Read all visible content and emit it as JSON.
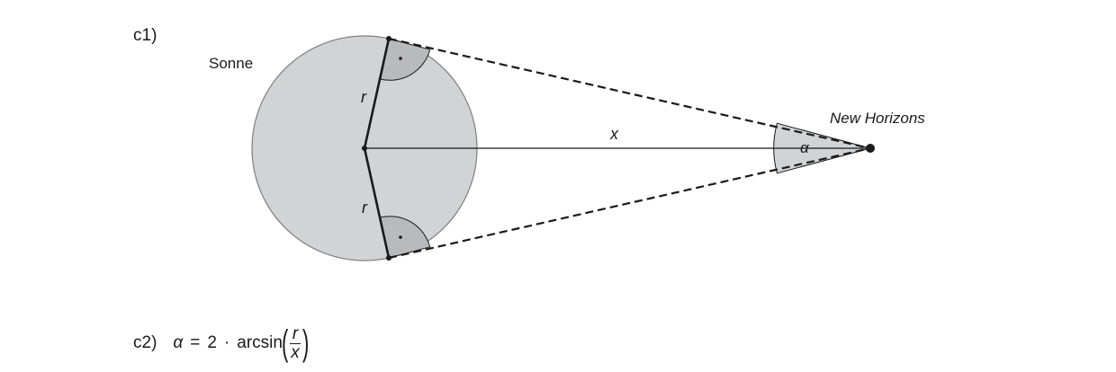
{
  "part_c1": {
    "label": "c1)"
  },
  "sun": {
    "label": "Sonne"
  },
  "radius_labels": {
    "upper": "r",
    "lower": "r"
  },
  "distance_label": "x",
  "probe": {
    "label": "New Horizons"
  },
  "angle_label": "α",
  "part_c2": {
    "label": "c2)",
    "formula": {
      "lhs": "α",
      "equals": "=",
      "coefficient": "2",
      "dot": "·",
      "function": "arcsin",
      "open_paren": "(",
      "numerator": "r",
      "denominator": "x",
      "close_paren": ")"
    }
  },
  "colors": {
    "sun_fill": "#d2d3d5",
    "sun_stroke": "#7f7f7f",
    "angle_fill_dark": "#b9babc",
    "line": "#1a1a1a"
  }
}
